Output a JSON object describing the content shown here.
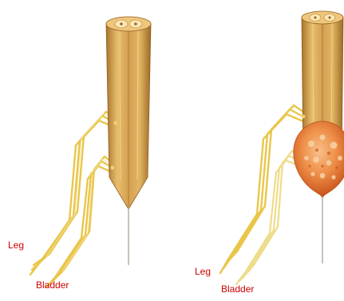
{
  "colors": {
    "label": "#cc0000",
    "shaft_light": "#e8bd6d",
    "shaft_mid": "#d4a052",
    "shaft_dark": "#a9742c",
    "nerve_line": "#e9c64a",
    "nerve_light": "#f4e2a0",
    "catheter_line": "#b0aa9e",
    "swelling": "#e8823a",
    "swelling_dark": "#c9541a"
  },
  "left_panel": {
    "label_leg": "Leg",
    "label_bladder": "Bladder"
  },
  "right_panel": {
    "label_leg": "Leg",
    "label_bladder": "Bladder",
    "icons": [
      "swollen-mass"
    ]
  }
}
